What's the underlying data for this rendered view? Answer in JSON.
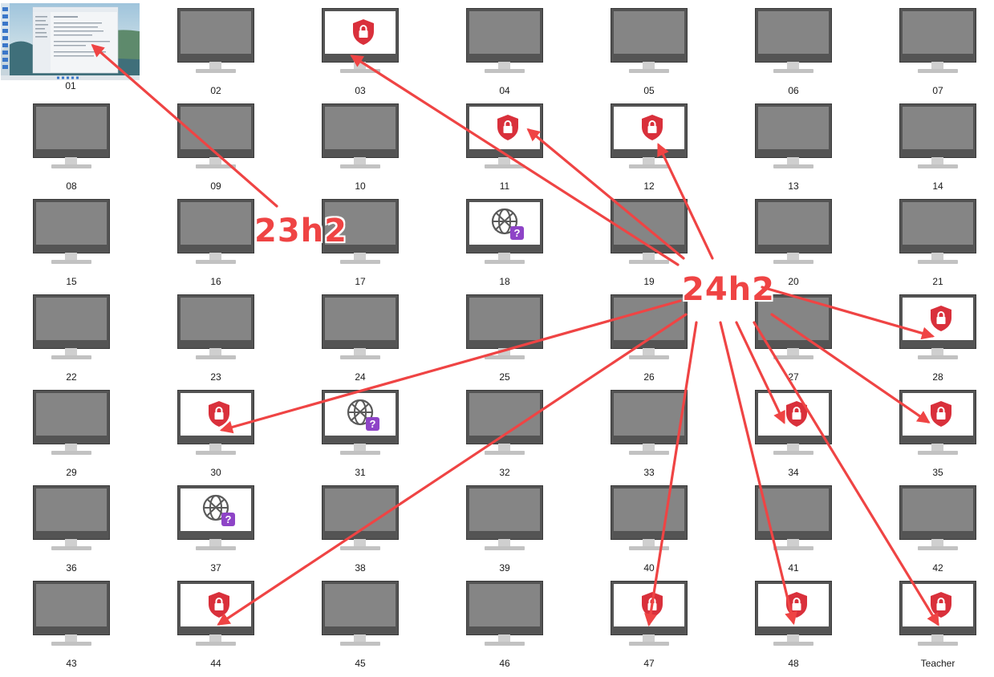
{
  "colors": {
    "monitor_bezel": "#545454",
    "monitor_screen_off": "#858585",
    "monitor_stand": "#cfcfcf",
    "shield": "#d9303b",
    "globe": "#5a5a5a",
    "question_badge": "#8e44c7",
    "annotation": "#ef4444"
  },
  "computers": [
    {
      "label": "01",
      "state": "screenshot"
    },
    {
      "label": "02",
      "state": "off"
    },
    {
      "label": "03",
      "state": "locked",
      "icon": "shield-lock-icon"
    },
    {
      "label": "04",
      "state": "off"
    },
    {
      "label": "05",
      "state": "off"
    },
    {
      "label": "06",
      "state": "off"
    },
    {
      "label": "07",
      "state": "off"
    },
    {
      "label": "08",
      "state": "off"
    },
    {
      "label": "09",
      "state": "off"
    },
    {
      "label": "10",
      "state": "off"
    },
    {
      "label": "11",
      "state": "locked",
      "icon": "shield-lock-icon"
    },
    {
      "label": "12",
      "state": "locked",
      "icon": "shield-lock-icon"
    },
    {
      "label": "13",
      "state": "off"
    },
    {
      "label": "14",
      "state": "off"
    },
    {
      "label": "15",
      "state": "off"
    },
    {
      "label": "16",
      "state": "off"
    },
    {
      "label": "17",
      "state": "off"
    },
    {
      "label": "18",
      "state": "unknown",
      "icon": "globe-question-icon"
    },
    {
      "label": "19",
      "state": "off"
    },
    {
      "label": "20",
      "state": "off"
    },
    {
      "label": "21",
      "state": "off"
    },
    {
      "label": "22",
      "state": "off"
    },
    {
      "label": "23",
      "state": "off"
    },
    {
      "label": "24",
      "state": "off"
    },
    {
      "label": "25",
      "state": "off"
    },
    {
      "label": "26",
      "state": "off"
    },
    {
      "label": "27",
      "state": "off"
    },
    {
      "label": "28",
      "state": "locked",
      "icon": "shield-lock-icon"
    },
    {
      "label": "29",
      "state": "off"
    },
    {
      "label": "30",
      "state": "locked",
      "icon": "shield-lock-icon"
    },
    {
      "label": "31",
      "state": "unknown",
      "icon": "globe-question-icon"
    },
    {
      "label": "32",
      "state": "off"
    },
    {
      "label": "33",
      "state": "off"
    },
    {
      "label": "34",
      "state": "locked",
      "icon": "shield-lock-icon"
    },
    {
      "label": "35",
      "state": "locked",
      "icon": "shield-lock-icon"
    },
    {
      "label": "36",
      "state": "off"
    },
    {
      "label": "37",
      "state": "unknown",
      "icon": "globe-question-icon"
    },
    {
      "label": "38",
      "state": "off"
    },
    {
      "label": "39",
      "state": "off"
    },
    {
      "label": "40",
      "state": "off"
    },
    {
      "label": "41",
      "state": "off"
    },
    {
      "label": "42",
      "state": "off"
    },
    {
      "label": "43",
      "state": "off"
    },
    {
      "label": "44",
      "state": "locked",
      "icon": "shield-lock-icon"
    },
    {
      "label": "45",
      "state": "off"
    },
    {
      "label": "46",
      "state": "off"
    },
    {
      "label": "47",
      "state": "locked",
      "icon": "shield-lock-icon"
    },
    {
      "label": "48",
      "state": "locked",
      "icon": "shield-lock-icon"
    },
    {
      "label": "Teacher",
      "state": "locked",
      "icon": "shield-lock-icon"
    }
  ],
  "annotations": [
    {
      "text": "23h2",
      "targets": [
        "01"
      ]
    },
    {
      "text": "24h2",
      "targets": [
        "03",
        "11",
        "12",
        "28",
        "30",
        "34",
        "35",
        "44",
        "47",
        "48",
        "Teacher"
      ]
    }
  ]
}
